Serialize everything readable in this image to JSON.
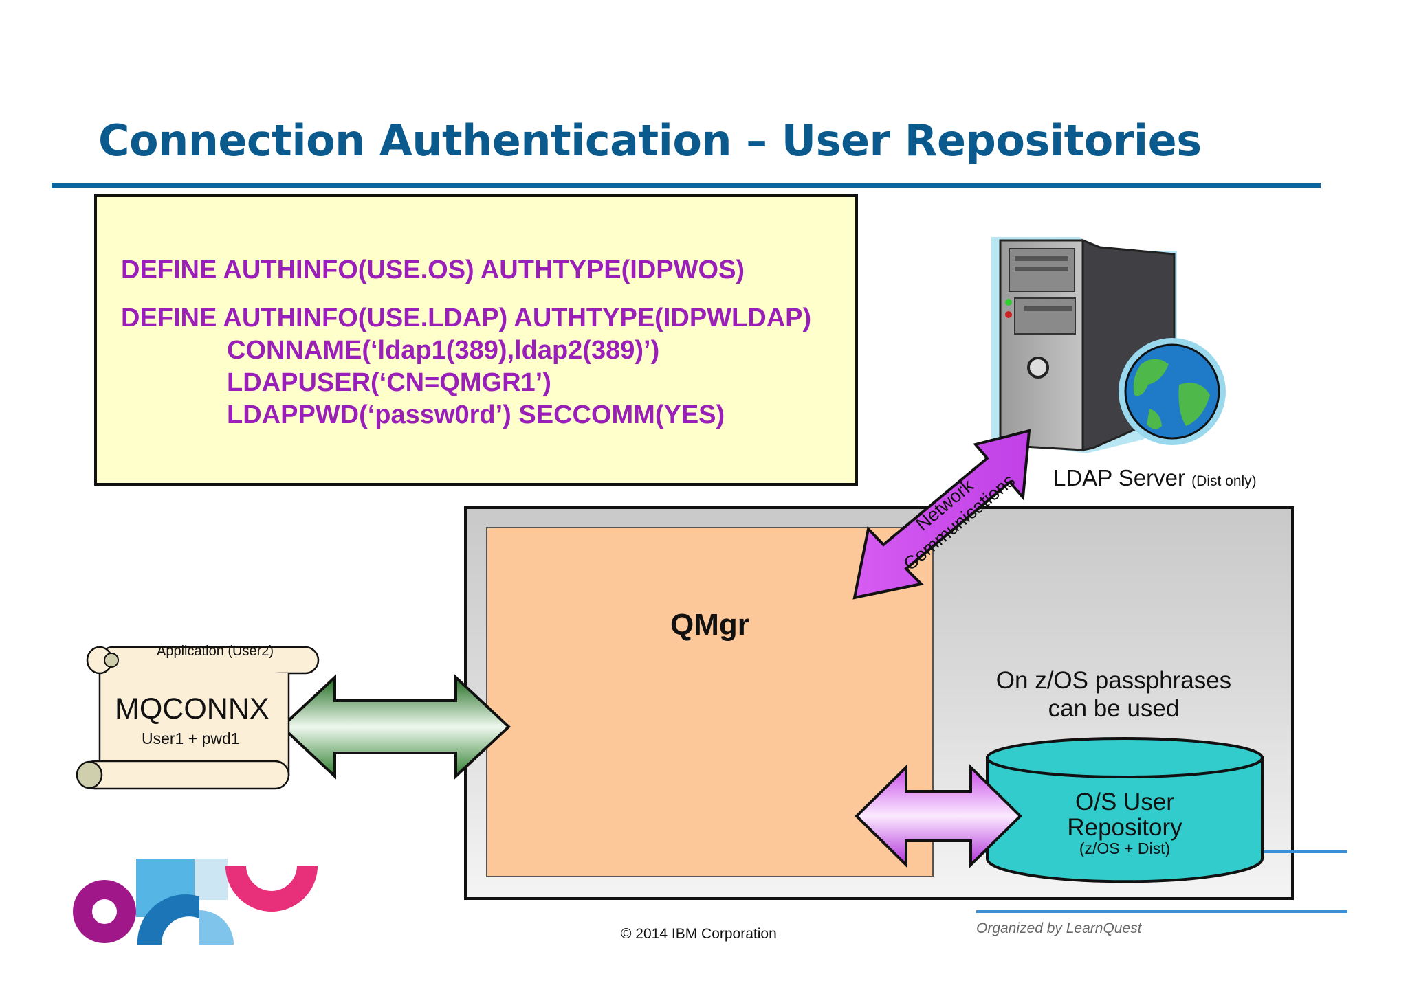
{
  "title": "Connection Authentication – User Repositories",
  "code": {
    "line1": "DEFINE AUTHINFO(USE.OS) AUTHTYPE(IDPWOS)",
    "line2": "DEFINE AUTHINFO(USE.LDAP) AUTHTYPE(IDPWLDAP)",
    "line3": "CONNAME(‘ldap1(389),ldap2(389)’)",
    "line4": "LDAPUSER(‘CN=QMGR1’)",
    "line5": "LDAPPWD(‘passw0rd’) SECCOMM(YES)"
  },
  "ldap_server": {
    "label": "LDAP Server",
    "qualifier": "(Dist only)"
  },
  "network_arrow": {
    "line1": "Network",
    "line2": "Communications"
  },
  "qmgr": {
    "label": "QMgr"
  },
  "passphrase": {
    "line1": "On z/OS passphrases",
    "line2": "can be used"
  },
  "repository": {
    "line1": "O/S User",
    "line2": "Repository",
    "line3": "(z/OS + Dist)"
  },
  "application": {
    "label": "Application (User2)",
    "call": "MQCONNX",
    "credentials": "User1 + pwd1"
  },
  "footer": {
    "copyright": "© 2014 IBM Corporation",
    "organized": "Organized by LearnQuest"
  },
  "colors": {
    "title": "#0b5a8e",
    "code": "#9a1fb8",
    "qmgr": "#fcc89a",
    "repository": "#33cccc",
    "codebox": "#ffffcc"
  }
}
